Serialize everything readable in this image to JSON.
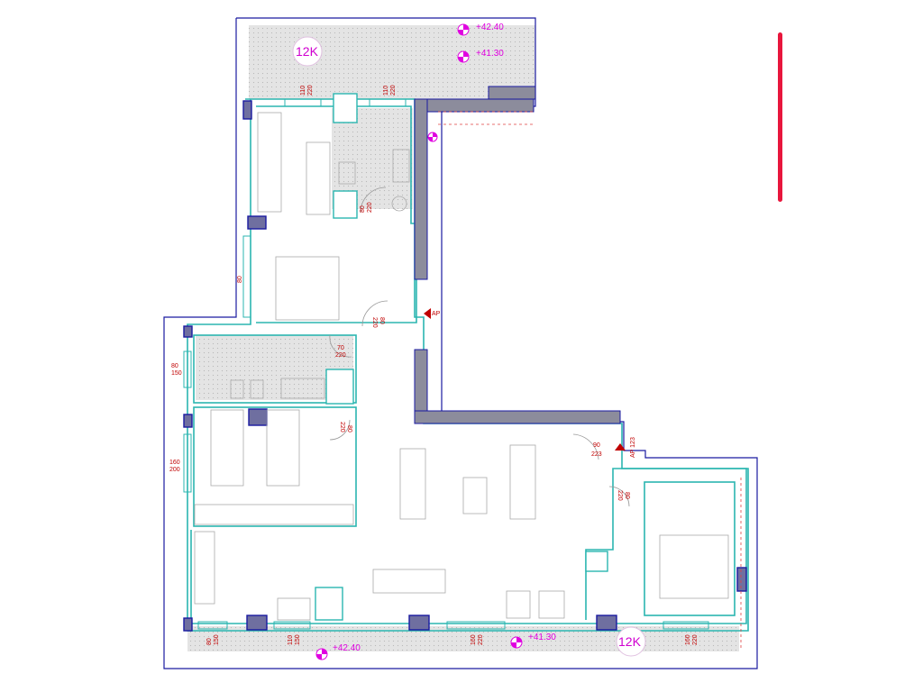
{
  "zones": {
    "top": "12K",
    "bottom": "12K"
  },
  "levels": {
    "top_upper": "+42.40",
    "top_lower": "+41.30",
    "bottom_left": "+42.40",
    "bottom_mid": "+41.30"
  },
  "window_dims": [
    {
      "w": "110",
      "h": "220"
    },
    {
      "w": "110",
      "h": "220"
    },
    {
      "w": "80",
      "h": ""
    },
    {
      "w": "80",
      "h": "150"
    },
    {
      "w": "160",
      "h": "200"
    },
    {
      "w": "80",
      "h": "150"
    },
    {
      "w": "110",
      "h": "150"
    },
    {
      "w": "160",
      "h": "220"
    },
    {
      "w": "160",
      "h": "220"
    }
  ],
  "door_dims": [
    {
      "w": "80",
      "h": "220"
    },
    {
      "w": "80",
      "h": "220"
    },
    {
      "w": "70",
      "h": "220"
    },
    {
      "w": "80",
      "h": "220"
    },
    {
      "w": "90",
      "h": "223"
    },
    {
      "w": "80",
      "h": "220"
    }
  ],
  "tags": {
    "ap_upper": "AP",
    "ap_lower": "AP 123"
  },
  "colors": {
    "wall": "#1a1aa0",
    "interior": "#2bb6b0",
    "label": "#e000e0",
    "dimension": "#c00000",
    "marker": "#e8163c"
  },
  "scroll_marker": "red-vertical-bar"
}
